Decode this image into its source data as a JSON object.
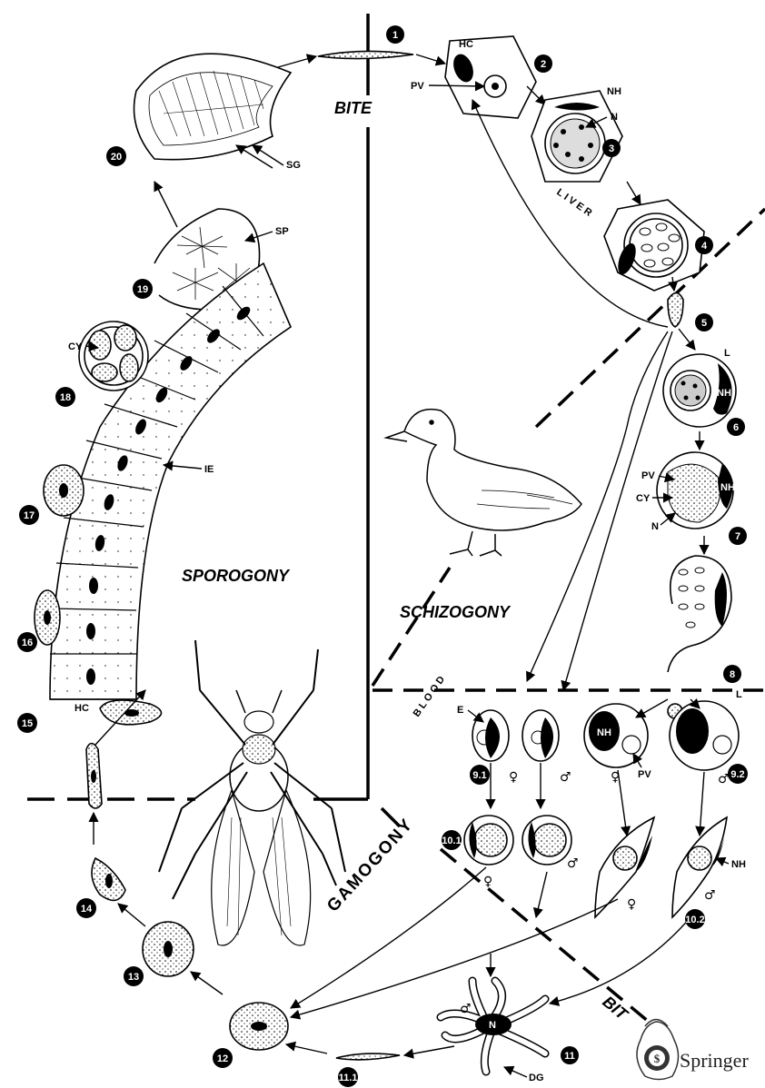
{
  "stages": {
    "s1": "1",
    "s2": "2",
    "s3": "3",
    "s4": "4",
    "s5": "5",
    "s6": "6",
    "s7": "7",
    "s8": "8",
    "s9_1": "9.1",
    "s9_2": "9.2",
    "s10_1": "10.1",
    "s10_2": "10.2",
    "s11": "11",
    "s11_1": "11.1",
    "s12": "12",
    "s13": "13",
    "s14": "14",
    "s15": "15",
    "s16": "16",
    "s17": "17",
    "s18": "18",
    "s19": "19",
    "s20": "20"
  },
  "labels": {
    "hc_top": "HC",
    "pv_top": "PV",
    "nh_top": "NH",
    "n_top": "N",
    "sg": "SG",
    "sp": "SP",
    "cy_left": "CY",
    "ie": "IE",
    "hc_left": "HC",
    "l_6": "L",
    "nh_6": "NH",
    "pv_7": "PV",
    "cy_7": "CY",
    "n_7": "N",
    "nh_7": "NH",
    "e_9": "E",
    "nh_9": "NH",
    "pv_9": "PV",
    "l_9": "L",
    "nh_10": "NH",
    "n_11": "N",
    "dg_11": "DG"
  },
  "regions": {
    "bite_top": "BITE",
    "liver": "LIVER",
    "schizogony": "SCHIZOGONY",
    "sporogony": "SPOROGONY",
    "blood": "BLOOD",
    "gamogony": "GAMOGONY",
    "bite_bottom": "BIT"
  },
  "symbols": {
    "female": "♀",
    "male": "♂"
  },
  "publisher": {
    "name": "Springer"
  }
}
